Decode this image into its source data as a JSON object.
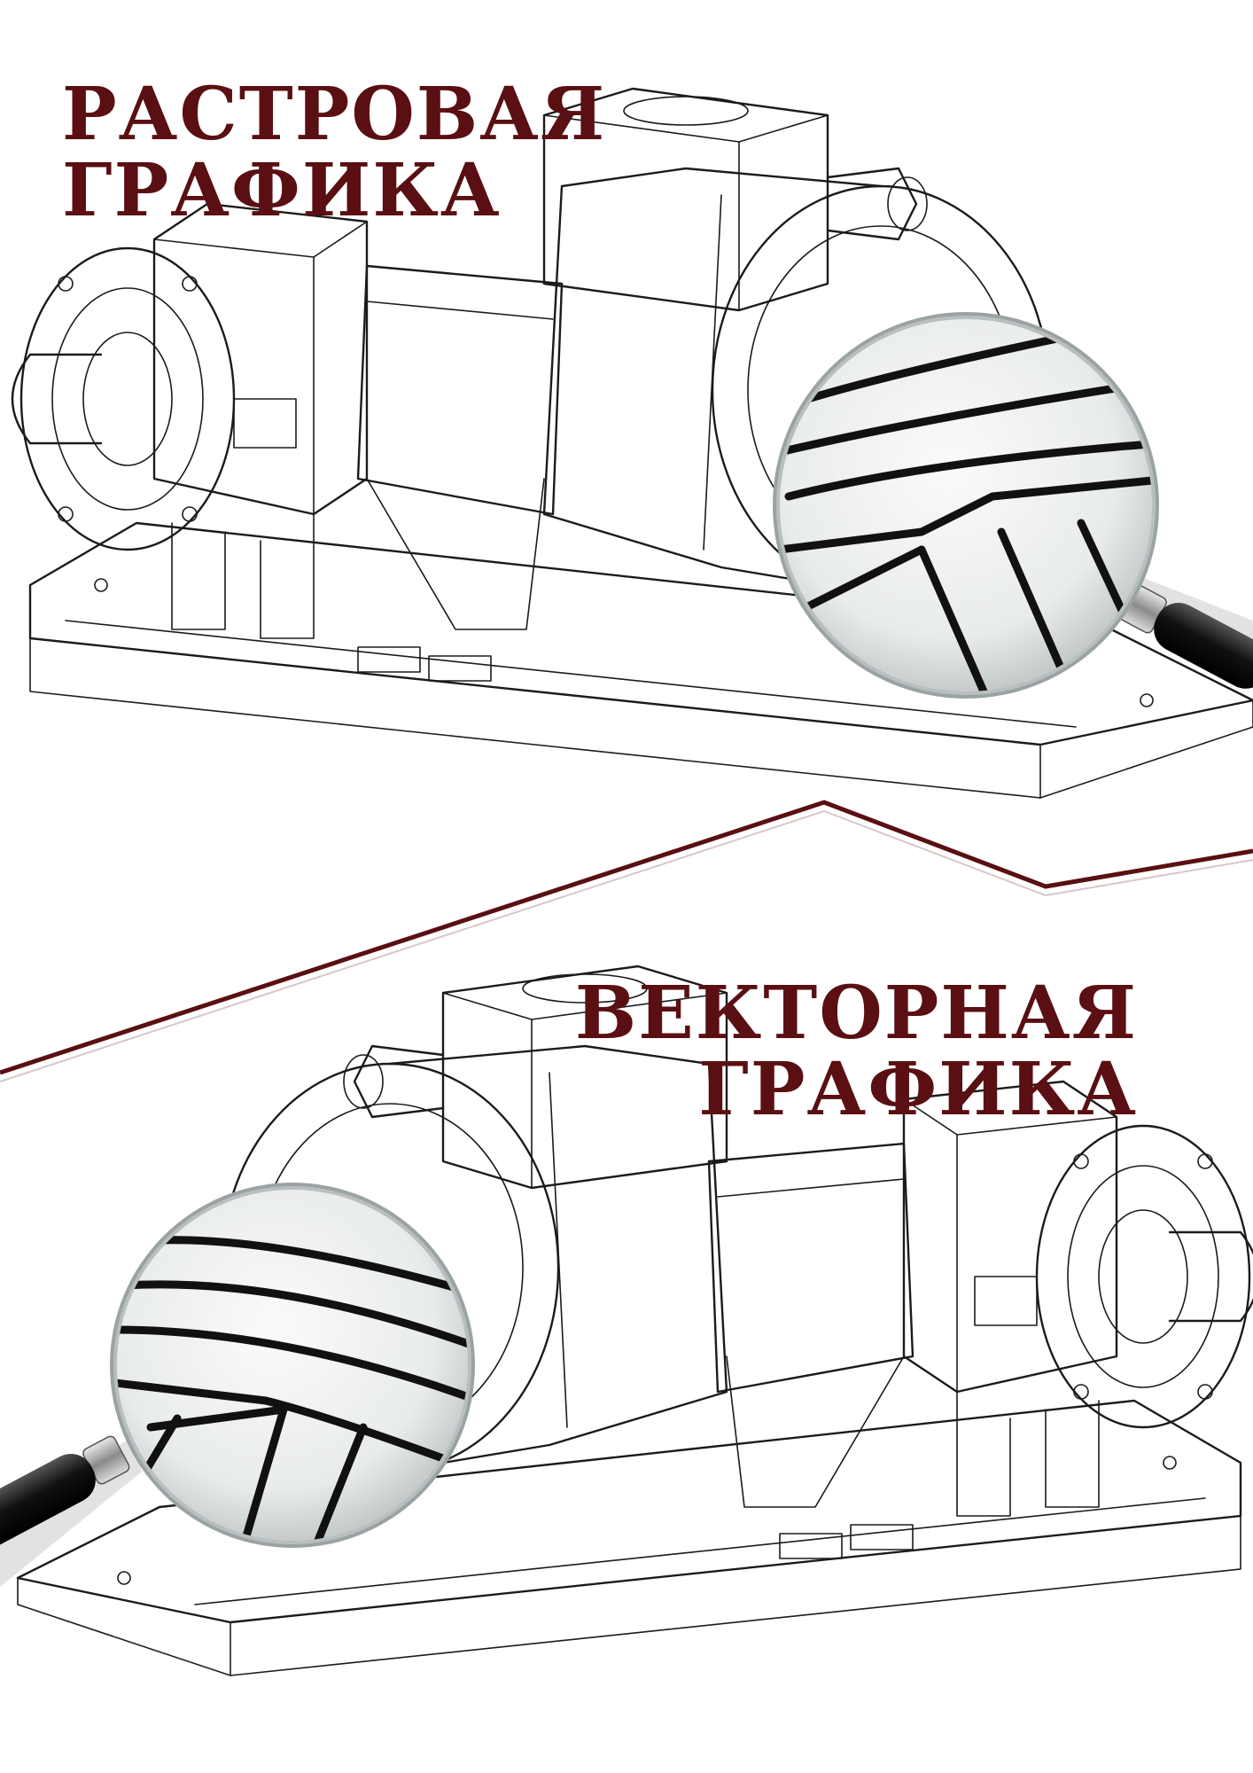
{
  "colors": {
    "title": "#5a0f12",
    "divider": "#5a0f12",
    "ink": "#1b1b1b"
  },
  "top": {
    "title_line1": "РАСТРОВАЯ",
    "title_line2": "ГРАФИКА"
  },
  "bottom": {
    "title_line1": "ВЕКТОРНАЯ",
    "title_line2": "ГРАФИКА"
  },
  "icons": [
    "pump-illustration",
    "magnifier-icon",
    "zigzag-divider"
  ]
}
